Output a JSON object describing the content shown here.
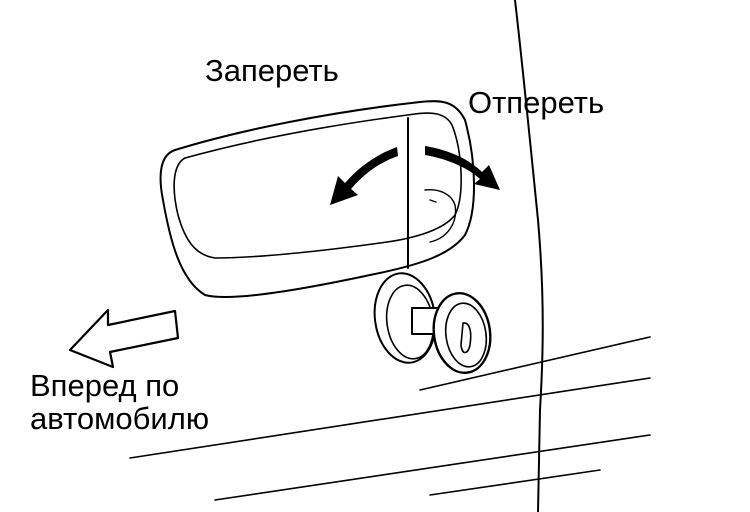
{
  "labels": {
    "lock": "Запереть",
    "unlock": "Отпереть",
    "forward_line1": "Вперед по",
    "forward_line2": "автомобилю"
  },
  "colors": {
    "ink": "#000000",
    "background": "#ffffff"
  }
}
